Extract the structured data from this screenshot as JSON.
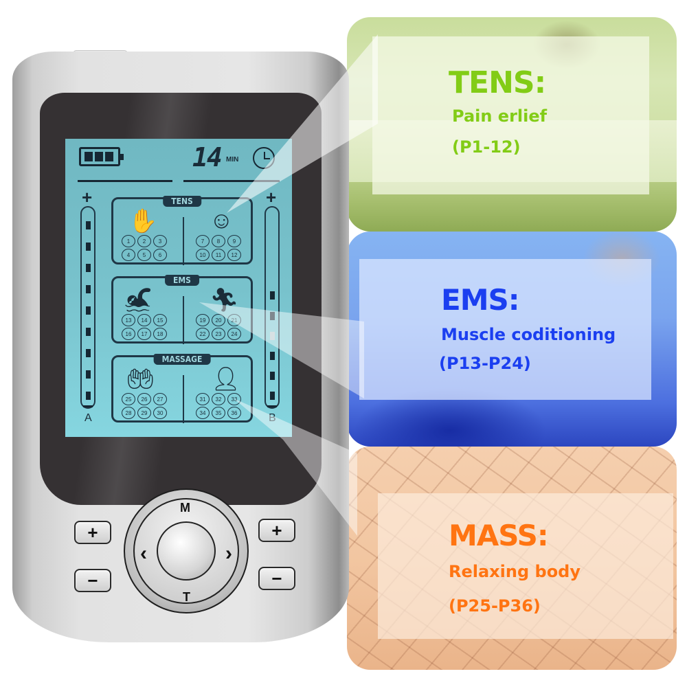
{
  "device": {
    "lcd": {
      "battery_cells": 3,
      "timer_value": "14",
      "timer_unit": "MIN",
      "clock_icon": "clock-icon",
      "channel_a": {
        "label": "A",
        "plus": "+",
        "segments_total": 9,
        "segments_lit": 9
      },
      "channel_b": {
        "label": "B",
        "plus": "+",
        "segments_total": 6,
        "segments_lit": 6,
        "faded_index": 2
      },
      "modes": [
        {
          "tag": "TENS",
          "left_icon": "hand-on-head-icon",
          "right_icon": "head-massage-icon",
          "left_programs": [
            "1",
            "2",
            "3",
            "4",
            "5",
            "6"
          ],
          "right_programs": [
            "7",
            "8",
            "9",
            "10",
            "11",
            "12"
          ]
        },
        {
          "tag": "EMS",
          "left_icon": "swimmer-icon",
          "right_icon": "runner-icon",
          "left_programs": [
            "13",
            "14",
            "15",
            "16",
            "17",
            "18"
          ],
          "right_programs": [
            "19",
            "20",
            "21",
            "22",
            "23",
            "24"
          ]
        },
        {
          "tag": "MASSAGE",
          "left_icon": "hand-massage-icon",
          "right_icon": "neck-shoulder-icon",
          "left_programs": [
            "25",
            "26",
            "27",
            "28",
            "29",
            "30"
          ],
          "right_programs": [
            "31",
            "32",
            "33",
            "34",
            "35",
            "36"
          ]
        }
      ]
    },
    "controls": {
      "a_plus": "+",
      "a_minus": "−",
      "b_plus": "+",
      "b_minus": "−",
      "dpad_top": "M",
      "dpad_bottom": "T",
      "dpad_left": "‹",
      "dpad_right": "›"
    }
  },
  "panels": [
    {
      "id": "tens",
      "title": "TENS:",
      "line1": "Pain erlief",
      "line2": "(P1-12)",
      "color": "#82cc16"
    },
    {
      "id": "ems",
      "title": "EMS:",
      "line1": "Muscle coditioning",
      "line2": "(P13-P24)",
      "color": "#1b3ff0"
    },
    {
      "id": "mass",
      "title": "MASS:",
      "line1": "Relaxing body",
      "line2": "(P25-P36)",
      "color": "#ff7412"
    }
  ]
}
